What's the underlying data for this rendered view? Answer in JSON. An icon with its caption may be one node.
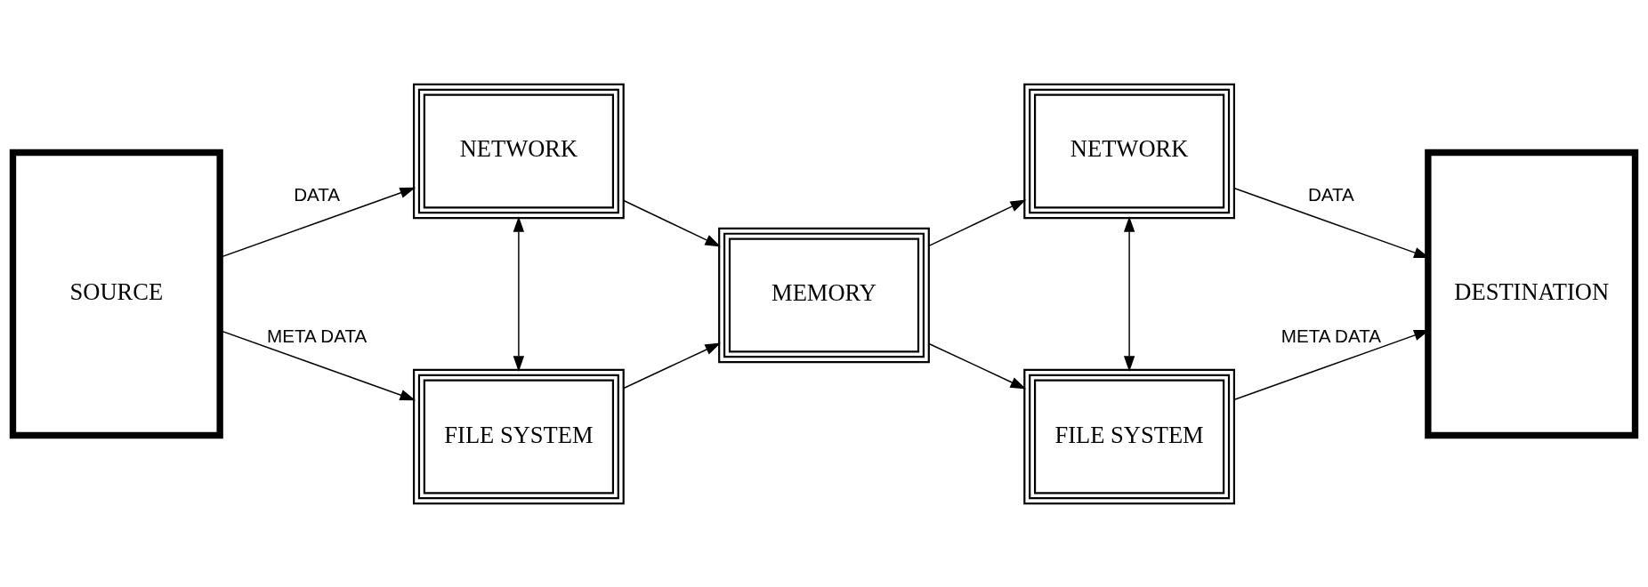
{
  "diagram": {
    "nodes": [
      {
        "text": [
          "SOURCE"
        ]
      },
      {
        "text": [
          "NETWORK"
        ]
      },
      {
        "text": [
          "FILE SYSTEM"
        ]
      },
      {
        "text": [
          "MEMORY"
        ]
      },
      {
        "text": [
          "NETWORK"
        ]
      },
      {
        "text": [
          "FILE SYSTEM"
        ]
      },
      {
        "text": [
          "DESTINATION"
        ]
      }
    ],
    "edges": [
      {
        "from": 0,
        "to": 1,
        "arrow": "to",
        "label": "DATA"
      },
      {
        "from": 0,
        "to": 2,
        "arrow": "to",
        "label": "META DATA"
      },
      {
        "from": 1,
        "to": 2,
        "arrow": "both"
      },
      {
        "from": 1,
        "to": 3,
        "arrow": "to"
      },
      {
        "from": 2,
        "to": 3,
        "arrow": "to"
      },
      {
        "from": 3,
        "to": 4,
        "arrow": "to"
      },
      {
        "from": 3,
        "to": 5,
        "arrow": "to"
      },
      {
        "from": 4,
        "to": 5,
        "arrow": "both"
      },
      {
        "from": 4,
        "to": 6,
        "arrow": "to",
        "label": "DATA"
      },
      {
        "from": 5,
        "to": 6,
        "arrow": "to",
        "label": "META DATA"
      }
    ]
  }
}
